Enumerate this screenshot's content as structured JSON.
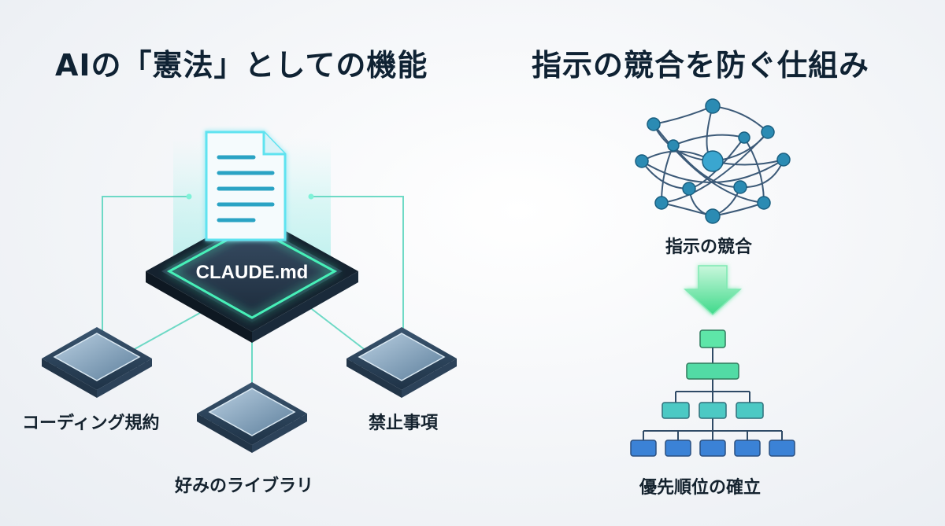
{
  "left": {
    "title": "AIの「憲法」としての機能",
    "center_label": "CLAUDE.md",
    "nodes": [
      {
        "label": "コーディング規約",
        "icon": "chip-icon"
      },
      {
        "label": "好みのライブラリ",
        "icon": "chip-icon"
      },
      {
        "label": "禁止事項",
        "icon": "chip-icon"
      }
    ],
    "center_icon": "document-icon"
  },
  "right": {
    "title": "指示の競合を防ぐ仕組み",
    "top_label": "指示の競合",
    "top_icon": "tangled-network-icon",
    "arrow_icon": "down-arrow-icon",
    "bottom_label": "優先順位の確立",
    "bottom_icon": "hierarchy-tree-icon"
  },
  "colors": {
    "accent_glow": "#3ef0b0",
    "network_node": "#2c8fb5",
    "tree_top": "#5ee6a8",
    "tree_mid": "#4cc9c4",
    "tree_bottom": "#3b82d6",
    "dark_text": "#0f2233"
  }
}
